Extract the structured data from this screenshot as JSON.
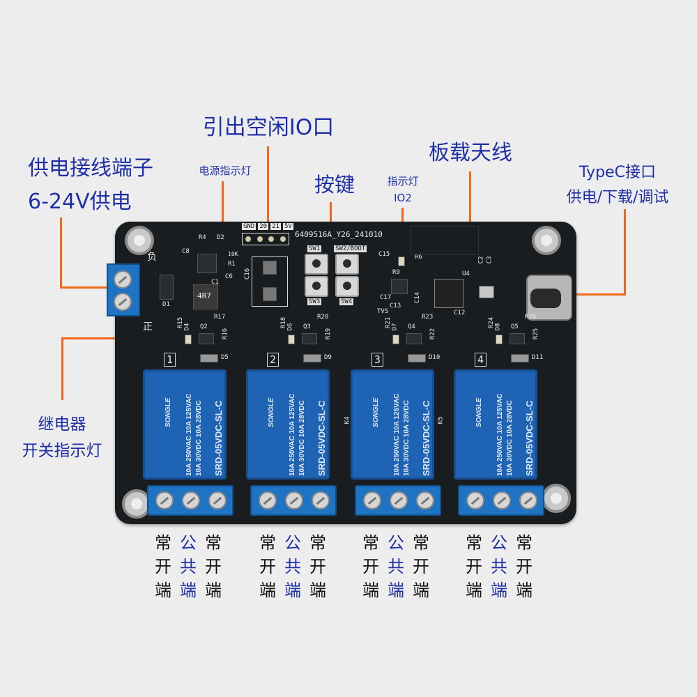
{
  "callouts": {
    "power_terminal_line1": "供电接线端子",
    "power_terminal_line2": "6-24V供电",
    "power_led": "电源指示灯",
    "spare_io": "引出空闲IO口",
    "buttons": "按键",
    "indicator_line1": "指示灯",
    "indicator_line2": "IO2",
    "antenna": "板载天线",
    "typec_line1": "TypeC接口",
    "typec_line2": "供电/下载/调试",
    "relay_led_line1": "继电器",
    "relay_led_line2": "开关指示灯"
  },
  "board_silk": {
    "header_pins": [
      "GND",
      "20",
      "21",
      "5V"
    ],
    "board_id": "6409516A_Y26_241010",
    "neg": "负",
    "pos": "正",
    "sw1": "SW1",
    "sw2": "SW2/BOOT",
    "sw3": "SW3",
    "sw4": "SW4",
    "r4": "R4",
    "d2": "D2",
    "r1": "R1",
    "k10": "10K",
    "c8": "C8",
    "c1": "C1",
    "c6": "C6",
    "c16": "C16",
    "d1": "D1",
    "ind": "4R7",
    "c15": "C15",
    "r6": "R6",
    "r9": "R9",
    "c17": "C17",
    "c13": "C13",
    "c14": "C14",
    "tvs": "TVS",
    "u4": "U4",
    "c2": "C2",
    "c3": "C3",
    "c12": "C12",
    "k4": "K4",
    "k5": "K5",
    "channels": [
      {
        "num": "1",
        "r_a": "R15",
        "d_led": "D4",
        "q": "Q2",
        "r_b": "R17",
        "r_c": "R16",
        "d_fly": "D5"
      },
      {
        "num": "2",
        "r_a": "R18",
        "d_led": "D6",
        "q": "Q3",
        "r_b": "R20",
        "r_c": "R19",
        "d_fly": "D9"
      },
      {
        "num": "3",
        "r_a": "R21",
        "d_led": "D7",
        "q": "Q4",
        "r_b": "R23",
        "r_c": "R22",
        "d_fly": "D10"
      },
      {
        "num": "4",
        "r_a": "R24",
        "d_led": "D8",
        "q": "Q5",
        "r_b": "R26",
        "r_c": "R25",
        "d_fly": "D11"
      }
    ]
  },
  "relay": {
    "brand": "SONGLE",
    "model": "SRD-05VDC-SL-C",
    "rating1": "10A 250VAC 10A 125VAC",
    "rating2": "10A 30VDC 10A 28VDC"
  },
  "terminal_labels": [
    [
      "常",
      "公",
      "常"
    ],
    [
      "开",
      "共",
      "开"
    ],
    [
      "端",
      "端",
      "端"
    ]
  ]
}
